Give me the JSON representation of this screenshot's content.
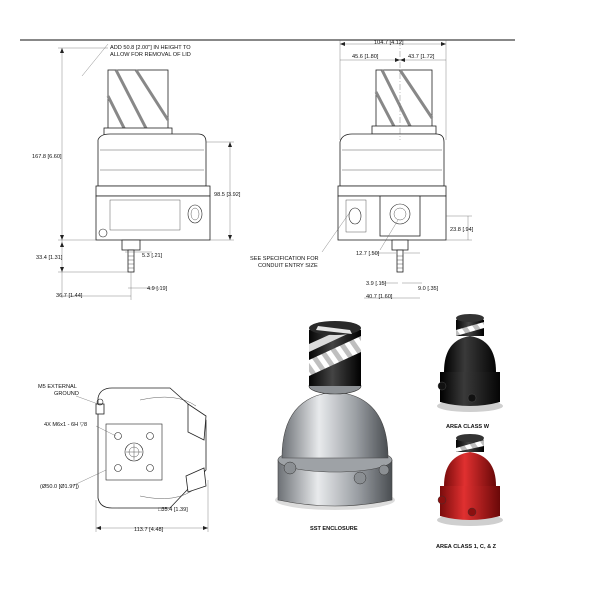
{
  "front_view": {
    "lid_note_line1": "ADD 50.8 [2.00\"] IN HEIGHT TO",
    "lid_note_line2": "ALLOW FOR REMOVAL OF LID",
    "height_total": "167.8 [6.60]",
    "height_body": "98.5 [3.92]",
    "height_base": "33.4 [1.31]",
    "dim_5_3": "5.3 [.21]",
    "dim_4_9": "4.9 [.19]",
    "dim_36_7": "36.7 [1.44]"
  },
  "side_view": {
    "width_total": "104.7 [4.12]",
    "dim_45_6": "45.6 [1.80]",
    "dim_43_7": "43.7 [1.72]",
    "conduit_note_line1": "SEE SPECIFICATION FOR",
    "conduit_note_line2": "CONDUIT ENTRY SIZE",
    "dim_23_8": "23.8 [.94]",
    "dim_12_7": "12.7 [.50]",
    "dim_3_9": "3.9 [.15]",
    "dim_9_0": "9.0 [.35]",
    "dim_40_7": "40.7 [1.60]"
  },
  "bottom_view": {
    "ground_line1": "M5 EXTERNAL",
    "ground_line2": "GROUND",
    "thread_note": "4X M6x1 - 6H ▽8",
    "bolt_circle": "(Ø50.0 [Ø1.97])",
    "square": "□35.4 [1.39]",
    "width": "113.7 [4.48]"
  },
  "photos": {
    "sst_caption": "SST ENCLOSURE",
    "area_w_caption": "AREA CLASS W",
    "area_1cz_caption": "AREA CLASS 1, C, & Z",
    "area_w_color": "#1a1a1a",
    "area_1cz_color": "#c81e1e",
    "sst_color": "#b9bcbf"
  }
}
